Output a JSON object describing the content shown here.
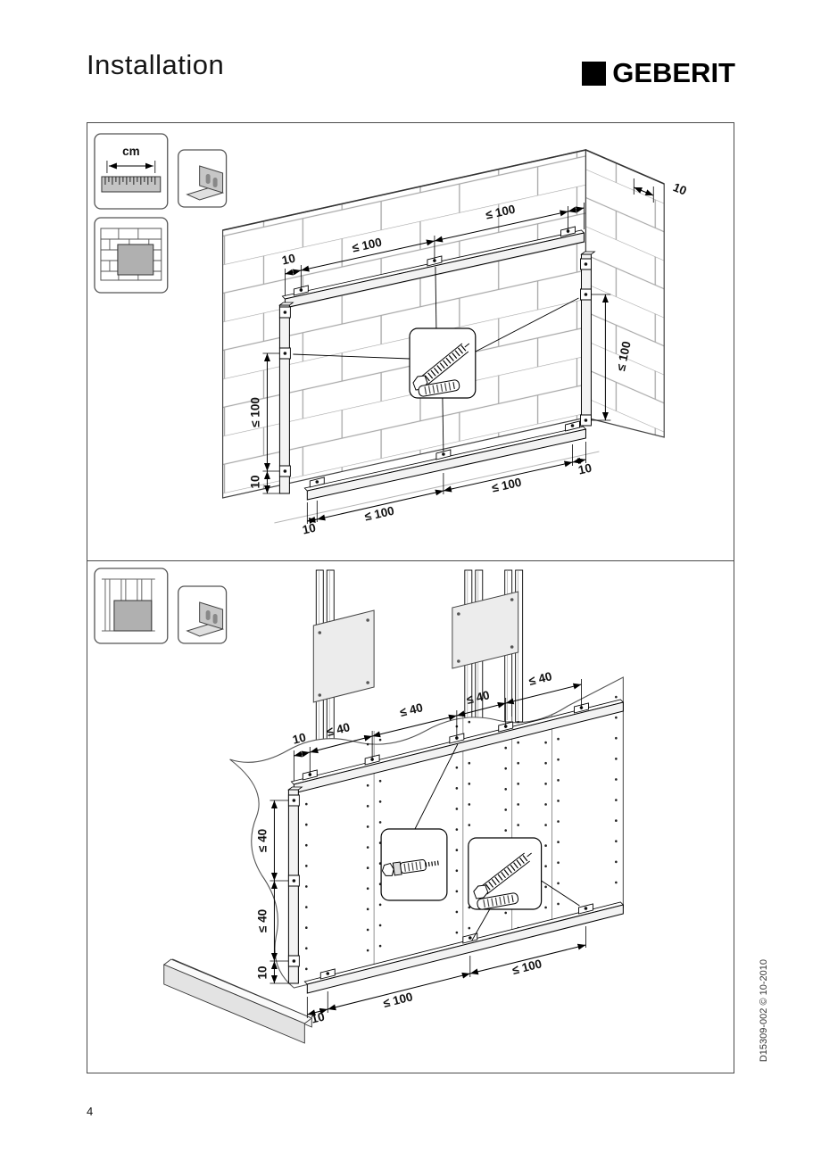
{
  "header": {
    "title": "Installation",
    "logo_text": "GEBERIT"
  },
  "footer": {
    "page_number": "4",
    "doc_ref": "D15309-002 © 10-2010"
  },
  "masonry_section": {
    "ruler_unit": "cm",
    "icons": [
      "ruler-cm-icon",
      "mounting-bracket-icon",
      "masonry-wall-icon"
    ],
    "annotations": [
      "10",
      "≤ 100",
      "≤ 100",
      "10",
      "≤ 100",
      "≤ 100",
      "10",
      "10",
      "≤ 100",
      "≤ 100",
      "10"
    ]
  },
  "drywall_section": {
    "icons": [
      "stud-wall-icon",
      "mounting-bracket-icon"
    ],
    "annotations": [
      "10",
      "≤ 40",
      "≤ 40",
      "≤ 40",
      "≤ 40",
      "≤ 40",
      "≤ 40",
      "10",
      "≤ 100",
      "≤ 100",
      "10"
    ]
  }
}
